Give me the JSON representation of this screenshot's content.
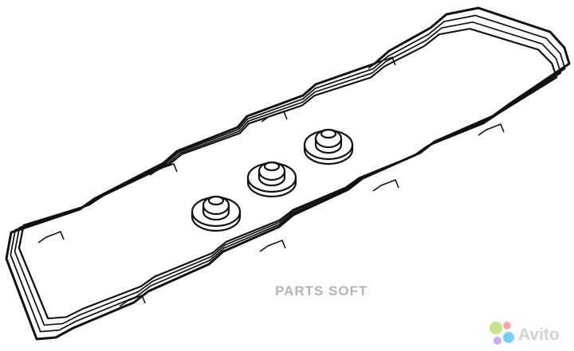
{
  "watermark": {
    "text": "PARTS SOFT",
    "color": "#b4b4b4"
  },
  "logo": {
    "name": "Avito",
    "icon": "avito-dots-icon",
    "colors": [
      "#97cf26",
      "#ff6163",
      "#a169f7",
      "#0af"
    ]
  },
  "drawing": {
    "subject": "valve cover gasket set with three grommets",
    "stroke": "#111111"
  }
}
